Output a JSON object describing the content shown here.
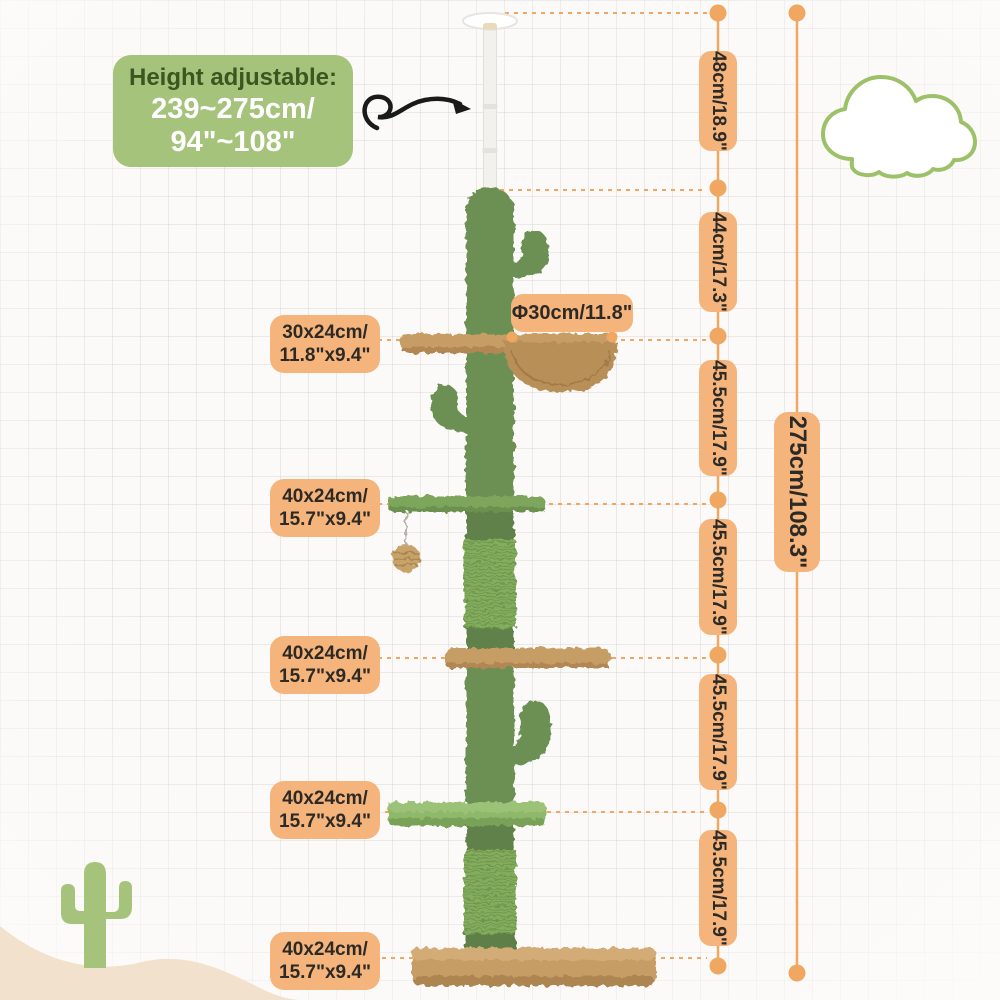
{
  "badge": {
    "title": "Height adjustable:",
    "range_cm": "239~275cm/",
    "range_in": "94\"~108\""
  },
  "diameter_label": "Φ30cm/11.8\"",
  "platform_labels": [
    {
      "cm": "30x24cm/",
      "in": "11.8\"x9.4\""
    },
    {
      "cm": "40x24cm/",
      "in": "15.7\"x9.4\""
    },
    {
      "cm": "40x24cm/",
      "in": "15.7\"x9.4\""
    },
    {
      "cm": "40x24cm/",
      "in": "15.7\"x9.4\""
    },
    {
      "cm": "40x24cm/",
      "in": "15.7\"x9.4\""
    }
  ],
  "height_segments": [
    "48cm/18.9\"",
    "44cm/17.3\"",
    "45.5cm/17.9\"",
    "45.5cm/17.9\"",
    "45.5cm/17.9\"",
    "45.5cm/17.9\""
  ],
  "total_height": "275cm/108.3\"",
  "colors": {
    "accent_orange": "#efa761",
    "label_bg": "#f4b47c",
    "label_text": "#2d2a26",
    "badge_bg": "#a6c37c",
    "badge_title": "#3a571f",
    "cloud_stroke": "#9cc169",
    "cactus_green": "#6c9052",
    "sisal_green": "#84ae5d",
    "platform_tan": "#c79d66",
    "sand": "#f2e1cd",
    "background": "#fbfaf8"
  }
}
